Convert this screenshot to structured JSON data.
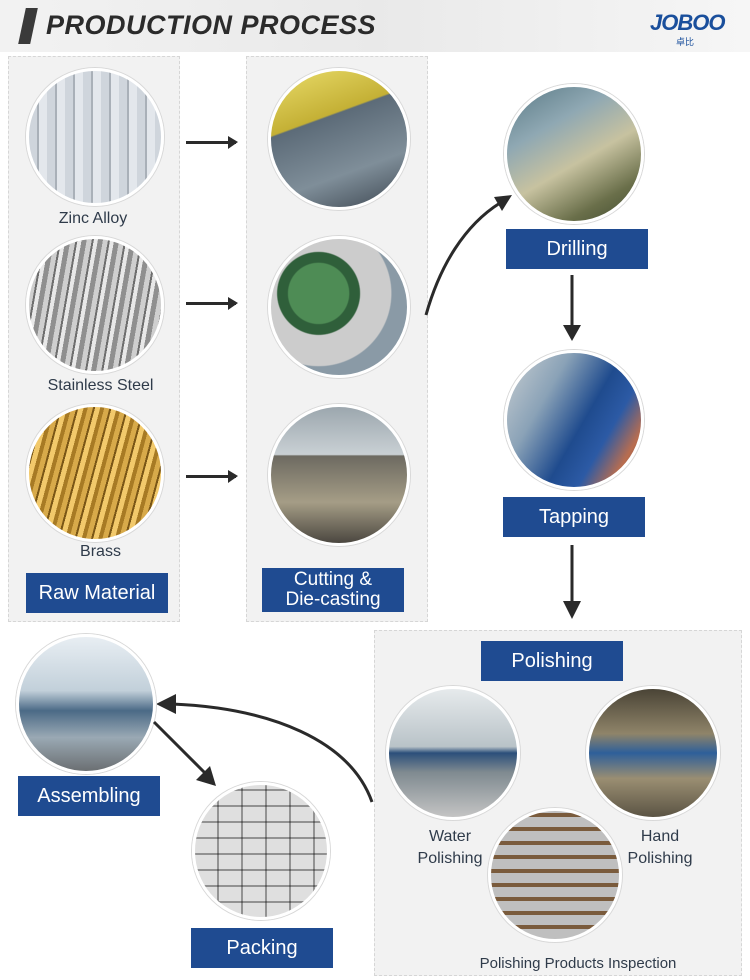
{
  "header": {
    "title": "PRODUCTION PROCESS",
    "logo_text": "JOBOO",
    "logo_sub": "卓比"
  },
  "raw_material": {
    "items": [
      {
        "label": "Zinc Alloy",
        "image": "zinc-alloy-ingots"
      },
      {
        "label": "Stainless Steel",
        "image": "stainless-steel-rods"
      },
      {
        "label": "Brass",
        "image": "brass-rods"
      }
    ],
    "badge": "Raw Material"
  },
  "cutting": {
    "badge_line1": "Cutting &",
    "badge_line2": "Die-casting"
  },
  "steps": {
    "drilling": "Drilling",
    "tapping": "Tapping",
    "polishing": "Polishing",
    "water_polishing_1": "Water",
    "water_polishing_2": "Polishing",
    "hand_polishing_1": "Hand",
    "hand_polishing_2": "Polishing",
    "inspection": "Polishing Products Inspection",
    "assembling": "Assembling",
    "packing": "Packing"
  },
  "colors": {
    "badge_blue": "#1f4b91",
    "accent_orange": "#f0a127",
    "panel_bg": "#f2f2f2"
  }
}
